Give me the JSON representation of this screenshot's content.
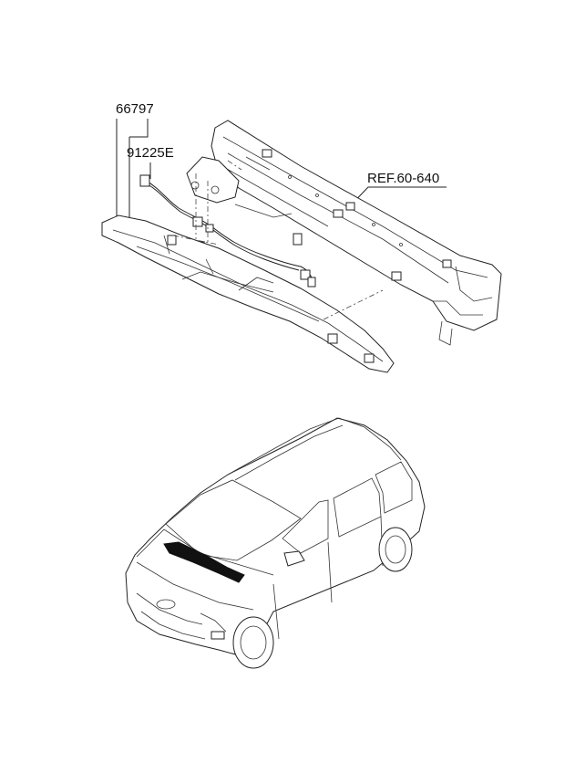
{
  "callouts": {
    "part_1": "66797",
    "part_2": "91225E",
    "reference": "REF.60-640"
  }
}
